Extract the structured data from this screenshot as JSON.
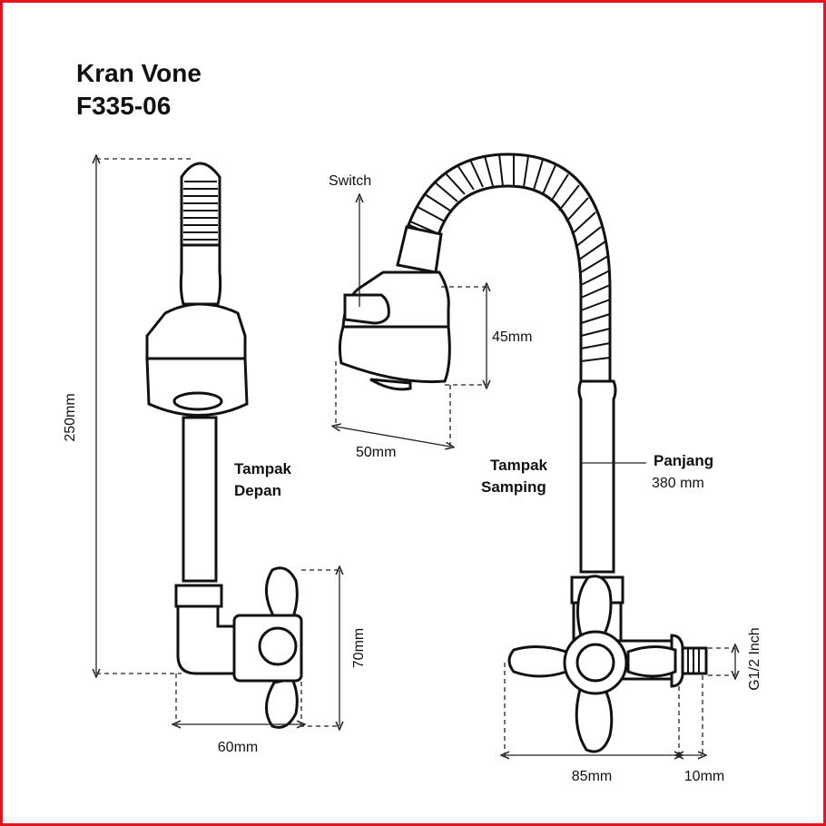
{
  "title": {
    "line1": "Kran Vone",
    "line2": "F335-06"
  },
  "labels": {
    "switch": "Switch",
    "height_front": "250mm",
    "head_height": "45mm",
    "head_width": "50mm",
    "front_view_1": "Tampak",
    "front_view_2": "Depan",
    "side_view_1": "Tampak",
    "side_view_2": "Samping",
    "length_title": "Panjang",
    "length_value": "380 mm",
    "body_height": "70mm",
    "body_width": "60mm",
    "handle_width": "85mm",
    "thread_length": "10mm",
    "thread_size": "G1/2 Inch"
  },
  "colors": {
    "border": "#e3141b",
    "line": "#111111"
  }
}
